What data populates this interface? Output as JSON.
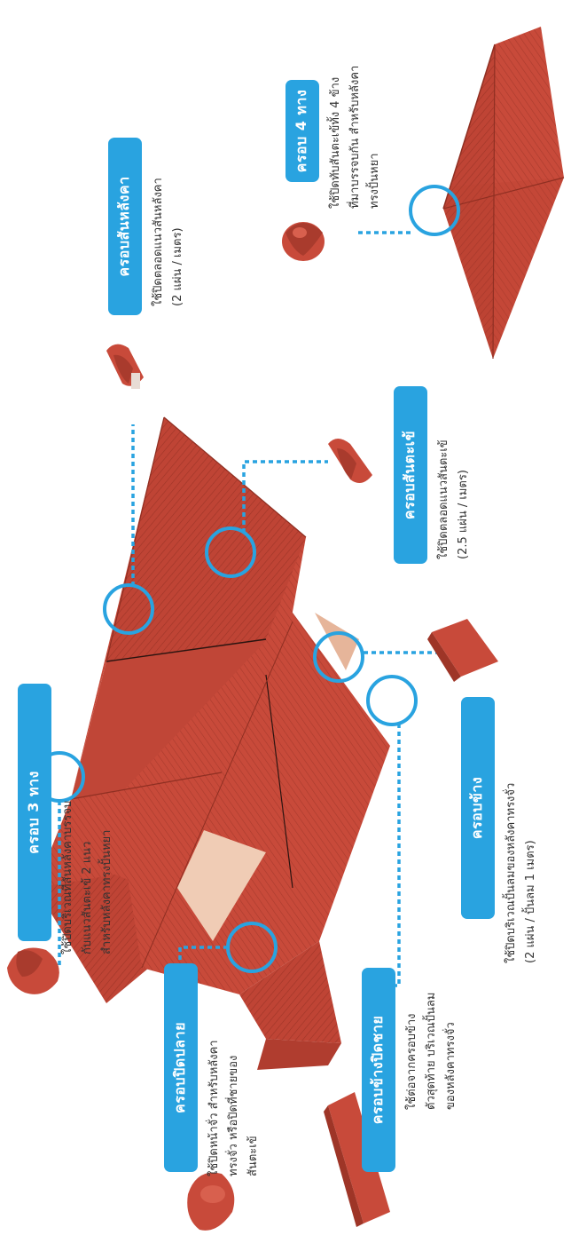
{
  "colors": {
    "accent": "#29a3e0",
    "roof": "#c84a3a",
    "roof_dark": "#9e3527",
    "roof_light": "#d8604e",
    "text": "#333333"
  },
  "labels": {
    "crob4": {
      "title": "ครอบ 4 ทาง",
      "lines": [
        "ใช้ปิดทับสันตะเข้ทั้ง 4 ข้าง",
        "ที่มาบรรจบกัน สำหรับหลังคา",
        "ทรงปั้นหยา"
      ]
    },
    "ridge": {
      "title": "ครอบสันหลังคา",
      "lines": [
        "ใช้ปิดตลอดแนวสันหลังคา",
        "(2 แผ่น / เมตร)"
      ]
    },
    "hip": {
      "title": "ครอบสันตะเข้",
      "lines": [
        "ใช้ปิดตลอดแนวสันตะเข้",
        "(2.5 แผ่น / เมตร)"
      ]
    },
    "side": {
      "title": "ครอบข้าง",
      "lines": [
        "ใช้ปิดบริเวณปั้นลมของหลังคาทรงจั่ว",
        "(2 แผ่น / ปั้นลม 1 เมตร)"
      ]
    },
    "crob3": {
      "title": "ครอบ 3 ทาง",
      "lines": [
        "ใช้ปิดบริเวณที่สันหลังคาบรรจบ",
        "กับแนวสันตะเข้ 2 แนว",
        "สำหรับหลังคาทรงปั้นหยา"
      ]
    },
    "end": {
      "title": "ครอบปิดปลาย",
      "lines": [
        "ใช้ปิดหน้าจั่ว สำหรับหลังคา",
        "ทรงจั่ว หรือปิดที่ชายของ",
        "สันตะเข้"
      ]
    },
    "sideend": {
      "title": "ครอบข้างปิดชาย",
      "lines": [
        "ใช้ต่อจากครอบข้าง",
        "ตัวสุดท้าย บริเวณปั้นลม",
        "ของหลังคาทรงจั่ว"
      ]
    }
  }
}
